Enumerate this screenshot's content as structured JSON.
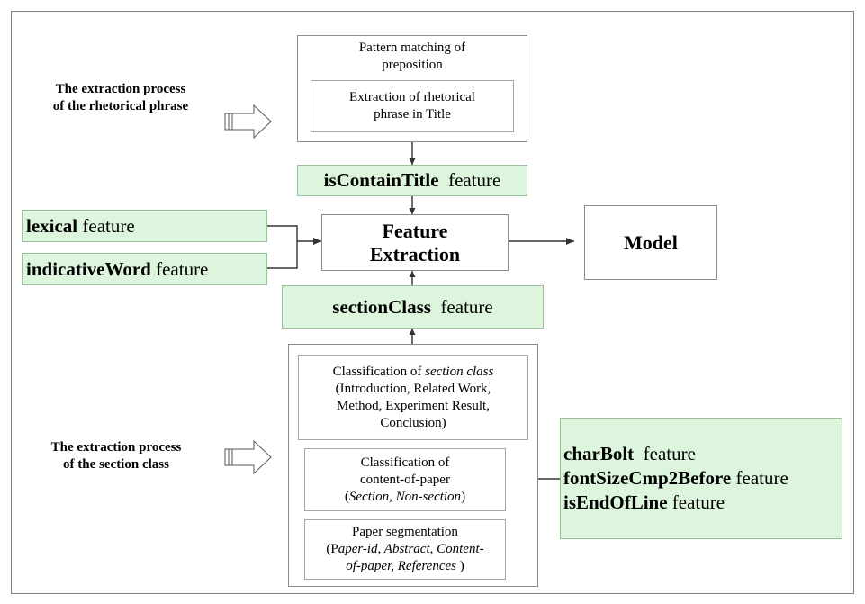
{
  "rhetorical_process": {
    "label_line1": "The extraction process",
    "label_line2": "of the rhetorical phrase",
    "outer_line1": "Pattern  matching of",
    "outer_line2": "preposition",
    "inner_line1": "Extraction of rhetorical",
    "inner_line2": "phrase in Title"
  },
  "features": {
    "is_contain_title": {
      "name": "isContainTitle",
      "suffix": "feature"
    },
    "lexical": {
      "name": "lexical",
      "suffix": "feature"
    },
    "indicative_word": {
      "name": "indicativeWord",
      "suffix": "feature"
    },
    "section_class": {
      "name": "sectionClass",
      "suffix": "feature"
    },
    "char_bolt": {
      "name": "charBolt",
      "suffix": "feature"
    },
    "font_size": {
      "name": "fontSizeCmp2Before",
      "suffix": "feature"
    },
    "is_end_of_line": {
      "name": "isEndOfLine",
      "suffix": "feature"
    }
  },
  "center": {
    "feature_extraction_line1": "Feature",
    "feature_extraction_line2": "Extraction",
    "model": "Model"
  },
  "section_process": {
    "label_line1": "The extraction process",
    "label_line2": "of the section class",
    "classification_section_line1_pre": "Classification of ",
    "classification_section_line1_em": "section class",
    "classification_section_line2": "(Introduction, Related Work,",
    "classification_section_line3": "Method, Experiment Result,",
    "classification_section_line4": "Conclusion)",
    "content_line1": "Classification of",
    "content_line2": "content-of-paper",
    "content_line3_open": "(",
    "content_line3_em": "Section, Non-section",
    "content_line3_close": ")",
    "seg_line1": "Paper segmentation",
    "seg_line2_pre": "(P",
    "seg_line2_em": "aper-id, Abstract, Content-",
    "seg_line3_em": "of-paper, References",
    "seg_line3_close": " )"
  }
}
